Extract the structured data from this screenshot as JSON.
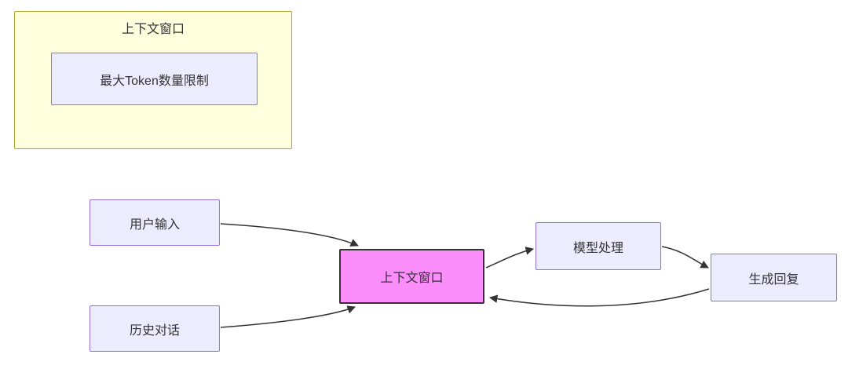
{
  "diagram": {
    "cluster": {
      "title": "上下文窗口",
      "inner_node_label": "最大Token数量限制"
    },
    "nodes": {
      "user_input": "用户输入",
      "history_dialog": "历史对话",
      "context_window": "上下文窗口",
      "model_process": "模型处理",
      "generate_reply": "生成回复"
    },
    "edges": [
      {
        "from": "user_input",
        "to": "context_window"
      },
      {
        "from": "history_dialog",
        "to": "context_window"
      },
      {
        "from": "context_window",
        "to": "model_process"
      },
      {
        "from": "model_process",
        "to": "generate_reply"
      },
      {
        "from": "generate_reply",
        "to": "context_window"
      }
    ],
    "colors": {
      "node_fill": "#ECECFF",
      "node_border": "#9370DB",
      "cluster_fill": "#ffffde",
      "cluster_border": "#aaaa33",
      "highlight_fill": "#fb8efb",
      "highlight_border": "#333333",
      "edge_stroke": "#333333",
      "background": "#ffffff"
    }
  }
}
